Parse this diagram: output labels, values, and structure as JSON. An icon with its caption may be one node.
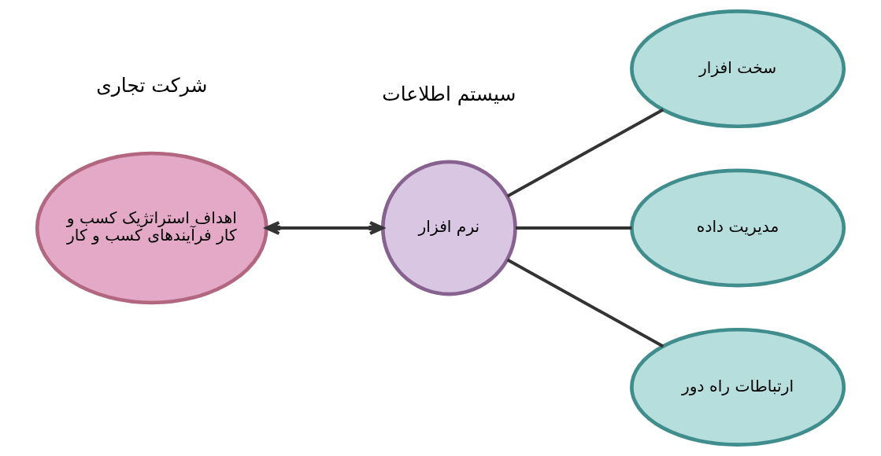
{
  "diagram": {
    "nodes": [
      {
        "text": [
          "اهداف استراتژیک کسب و کار فرآیندهای کسب و کار"
        ]
      },
      {
        "text": [
          "نرم افزار"
        ]
      },
      {
        "text": [
          "سخت افزار"
        ]
      },
      {
        "text": [
          "مدیریت داده"
        ]
      },
      {
        "text": [
          "ارتباطات راه دور"
        ]
      }
    ],
    "edges": [
      {
        "from": 0,
        "to": 1,
        "arrow": "both"
      },
      {
        "from": 1,
        "to": 2,
        "arrow": "none"
      },
      {
        "from": 1,
        "to": 3,
        "arrow": "none"
      },
      {
        "from": 1,
        "to": 4,
        "arrow": "none"
      }
    ],
    "labels": [
      "شرکت تجاری",
      "سیستم اطلاعات"
    ]
  }
}
